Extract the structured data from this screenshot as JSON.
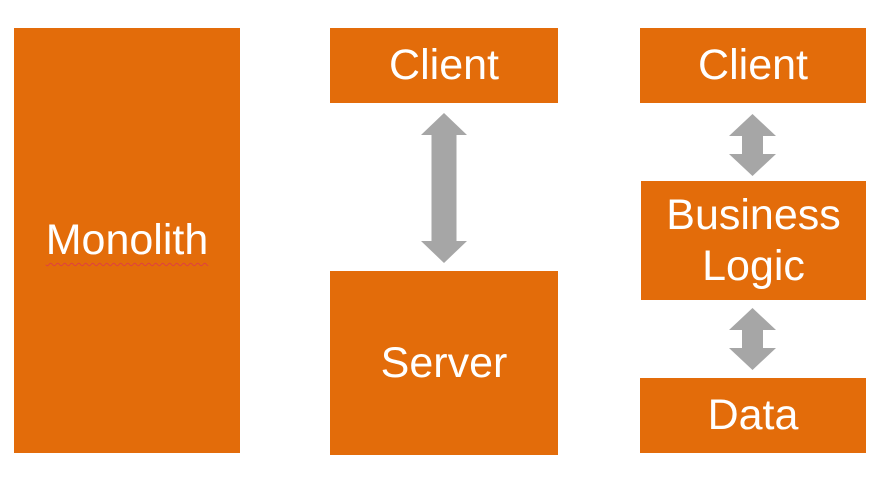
{
  "colors": {
    "box_orange": "#E36C0A",
    "arrow_gray": "#A6A6A6",
    "label_white": "#FFFFFF",
    "spellcheck_red": "#E04040"
  },
  "monolith": {
    "label": "Monolith"
  },
  "client_server": {
    "client_label": "Client",
    "server_label": "Server"
  },
  "three_tier": {
    "client_label": "Client",
    "business_logic_label": "Business Logic",
    "data_label": "Data"
  }
}
